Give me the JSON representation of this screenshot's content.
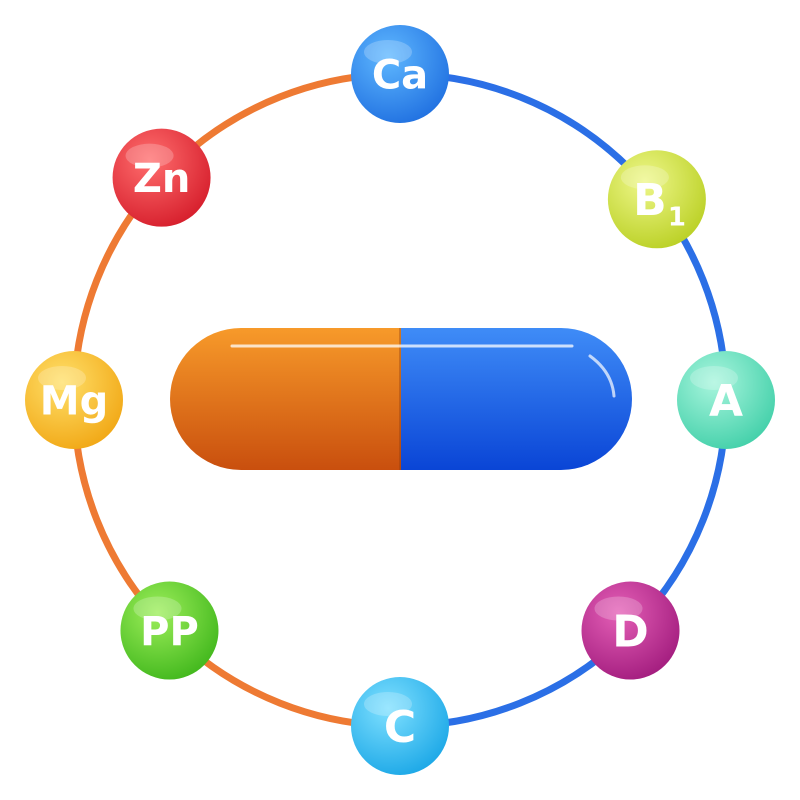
{
  "ring": {
    "warm_color": "#ee7a33",
    "cool_color": "#2b6fe6"
  },
  "capsule": {
    "left_color_top": "#f79a2a",
    "left_color_bottom": "#c94f0e",
    "right_color_top": "#3f8cf7",
    "right_color_bottom": "#0a45d6"
  },
  "nutrients": [
    {
      "label": "Ca",
      "subscript": "",
      "color_light": "#5fb8ff",
      "color_dark": "#1f6fe0"
    },
    {
      "label": "B",
      "subscript": "1",
      "color_light": "#eef78a",
      "color_dark": "#b9cf22"
    },
    {
      "label": "A",
      "subscript": "",
      "color_light": "#a8f5dd",
      "color_dark": "#40cfa8"
    },
    {
      "label": "D",
      "subscript": "",
      "color_light": "#e45fb6",
      "color_dark": "#a11b7d"
    },
    {
      "label": "C",
      "subscript": "",
      "color_light": "#7fe0ff",
      "color_dark": "#19a6e6"
    },
    {
      "label": "PP",
      "subscript": "",
      "color_light": "#9dee5a",
      "color_dark": "#3fb61b"
    },
    {
      "label": "Mg",
      "subscript": "",
      "color_light": "#ffe06a",
      "color_dark": "#f1a613"
    },
    {
      "label": "Zn",
      "subscript": "",
      "color_light": "#ff6e6e",
      "color_dark": "#d51c2a"
    }
  ]
}
